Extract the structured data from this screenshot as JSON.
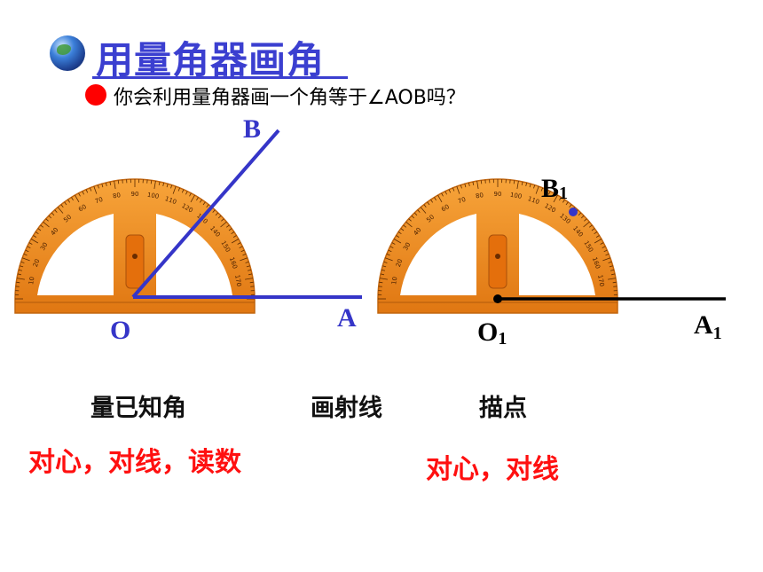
{
  "header": {
    "title": "用量角器画角",
    "question": "你会利用量角器画一个角等于∠AOB吗？"
  },
  "points": {
    "B": "B",
    "O": "O",
    "A": "A",
    "B1_main": "B",
    "B1_sub": "1",
    "O1_main": "O",
    "O1_sub": "1",
    "A1_main": "A",
    "A1_sub": "1"
  },
  "steps": {
    "measure": "量已知角",
    "ray": "画射线",
    "mark": "描点"
  },
  "hints": {
    "left": "对心，对线，读数",
    "right": "对心，对线"
  },
  "protractor": {
    "tick_numbers": [
      "10",
      "20",
      "30",
      "40",
      "50",
      "60",
      "70",
      "80",
      "90",
      "100",
      "110",
      "120",
      "130",
      "140",
      "150",
      "160",
      "170"
    ]
  },
  "colors": {
    "title": "#3b3fd0",
    "bullet": "#ff0000",
    "angle_lines": "#3535c8",
    "protractor": "#f08a1e",
    "hint": "#ff1010"
  }
}
